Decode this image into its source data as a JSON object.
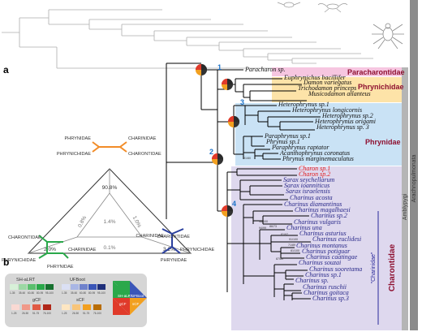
{
  "panel_labels": {
    "a": "a",
    "b": "b"
  },
  "node_numbers": [
    "1",
    "2",
    "3",
    "4"
  ],
  "families": {
    "paracharontidae": "Paracharontidae",
    "phrynichidae": "Phrynichidae",
    "phrynidae": "Phrynidae",
    "charontidae": "Charontidae",
    "charinidae_quoted": "\"Charinidae\""
  },
  "side_labels": {
    "amblypygi": "Amblypygi",
    "arachnopulmonata": "Arachnopulmonata"
  },
  "taxa": [
    "Paracharon sp.",
    "Euphrynichus bacillifer",
    "Damon variegatus",
    "Trichodamon princeps",
    "Musicodamon atlanteus",
    "Heterophrynus sp.1",
    "Heterophrynus longicornis",
    "Heterophrynus sp.2",
    "Heterophrynus origami",
    "Heterophrynus sp. 3",
    "Paraphrynus sp.1",
    "Phrynus sp.1",
    "Paraphrynus raptator",
    "Acanthophrynus coronatus",
    "Phrynus marginemaculatus",
    "Charon sp.1",
    "Charon sp.2",
    "Sarax seychellarum",
    "Sarax ioanniticus",
    "Sarax israelensis",
    "Charinus acosta",
    "Charinus diamantinus",
    "Charinus magalhaesi",
    "Charinus sp.2",
    "Charinus vulgaris",
    "Charinus una",
    "Charinus asturius",
    "Charinus euclidesi",
    "Charinus montanus",
    "Charinus potiguar",
    "Charinus caatingae",
    "Charinus souzai",
    "Charinus sooretama",
    "Charinus sp.1",
    "Charinus sp.",
    "Charinus ruschii",
    "Charinus goitaca",
    "Charinus sp.3"
  ],
  "support_values": {
    "sv1": "91/80",
    "sv2": "98/100",
    "sv3": "94/99",
    "sv4": "86/73",
    "sv5": "81/97",
    "sv6": "91/100",
    "sv7": "71/89",
    "sv8": "81/100",
    "sv9": "87/69"
  },
  "quartet": {
    "top_left": "PHRYNIDAE",
    "top_left2": "PHRYNICHIDAE",
    "top_right": "CHARINIDAE",
    "top_right2": "CHARONTIDAE",
    "left_top": "CHARONTIDAE",
    "left_mid": "PHRYNICHIDAE",
    "left_r": "CHARINIDAE",
    "left_bot": "PHRYNIDAE",
    "right_top": "CHARINIDAE",
    "right_left": "CHARONTIDAE",
    "right_r": "PHRYNICHIDAE",
    "right_bot": "PHRYNIDAE",
    "top_pct": "90.8%",
    "left_pct": "0.8%",
    "right_pct": "1.0%",
    "center_pct": "1.4%",
    "bl_pct": "2.0%",
    "bottom_pct": "0.1%",
    "br_pct": "3.2%"
  },
  "legend": {
    "shalrt": "SH-aLRT",
    "ufboot": "UFBoot",
    "gcf": "gCF",
    "scf": "sCF",
    "shalrt_ticks": [
      "1-35",
      "35-60",
      "60-80",
      "80-95",
      "95-100"
    ],
    "ufboot_ticks": [
      "1-35",
      "35-60",
      "60-80",
      "80-95",
      "95-100"
    ],
    "gcf_ticks": [
      "1-25",
      "26-50",
      "51-75",
      "76-100"
    ],
    "scf_ticks": [
      "1-25",
      "26-50",
      "51-75",
      "76-100"
    ],
    "diamond_labels": {
      "shalrt": "SH-aLRT",
      "ufboot": "UFBoot",
      "gcf": "gCF",
      "scf": "sCF"
    }
  },
  "colors": {
    "tree": "#000000",
    "taxon": "#2a2a8a",
    "charon": "#e02020",
    "node_num": "#1e73c8",
    "paracharontidae_bg": "#f6c6e0",
    "phrynichidae_bg": "#fde3a8",
    "phrynidae_bg": "#c9e2f5",
    "charontidae_bg": "#ded8ee",
    "side_bar": "#a0a0a0",
    "charontidae_text": "#8e1030",
    "phrynichidae_text": "#8e1030"
  }
}
